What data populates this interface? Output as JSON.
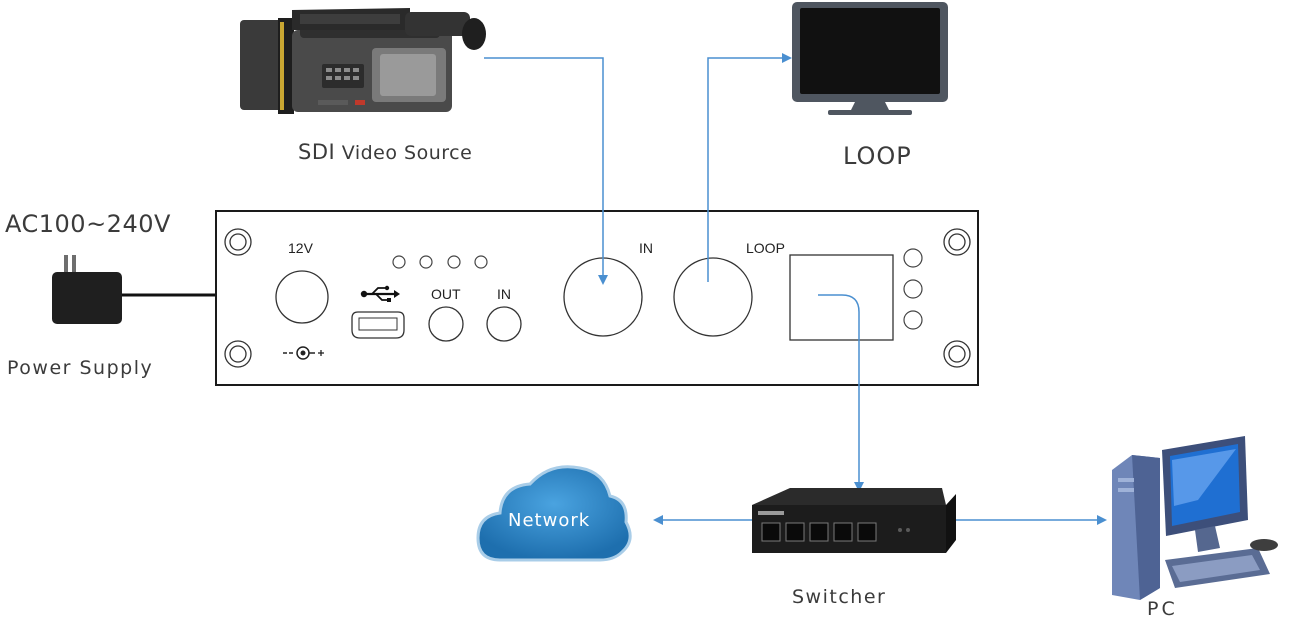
{
  "labels": {
    "sdi_prefix": "SDI",
    "sdi_rest": " Video Source",
    "loop": "LOOP",
    "ac_range": "AC100~240V",
    "power_supply": "Power Supply",
    "network": "Network",
    "switcher": "Switcher",
    "pc": "PC"
  },
  "panel_ports": {
    "power": "12V",
    "aux_out": "OUT",
    "aux_in": "IN",
    "bnc_in": "IN",
    "bnc_loop": "LOOP"
  },
  "icons": [
    "camcorder-icon",
    "monitor-icon",
    "power-adapter-icon",
    "usb-icon",
    "dc-polarity-icon",
    "cloud-icon",
    "network-switch-icon",
    "desktop-pc-icon"
  ],
  "colors": {
    "connector_line": "#4a8fd0",
    "cloud_fill": "#2d87c8",
    "panel_stroke": "#1a1a1a",
    "text": "#3b3b3b"
  }
}
